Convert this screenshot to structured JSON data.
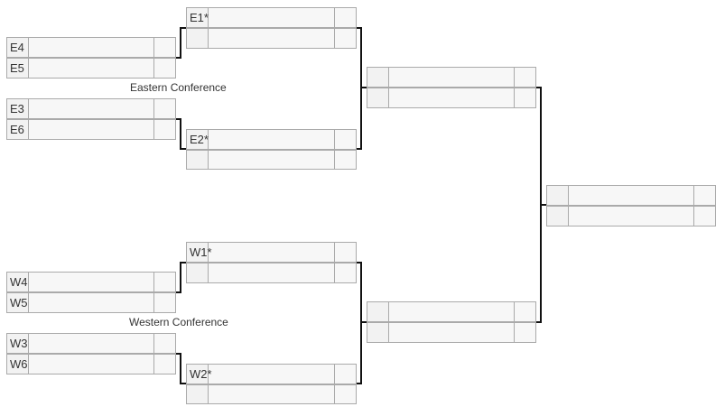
{
  "conferences": {
    "east": "Eastern Conference",
    "west": "Western Conference"
  },
  "seeds": {
    "e1": "E1*",
    "e2": "E2*",
    "e3": "E3",
    "e4": "E4",
    "e5": "E5",
    "e6": "E6",
    "w1": "W1*",
    "w2": "W2*",
    "w3": "W3",
    "w4": "W4",
    "w5": "W5",
    "w6": "W6"
  }
}
